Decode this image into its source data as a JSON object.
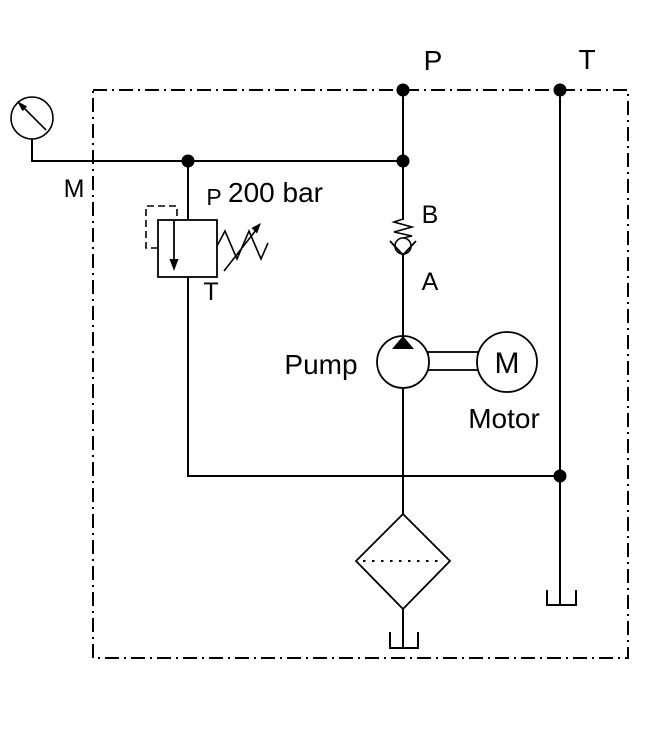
{
  "diagram": {
    "background": "#ffffff",
    "line_color": "#000000",
    "top_ports": {
      "p": "P",
      "t": "T"
    },
    "gauge": {
      "label": "M"
    },
    "relief_valve": {
      "port_p": "P",
      "setting": "200 bar",
      "port_t": "T"
    },
    "check_valve": {
      "port_b": "B",
      "port_a": "A"
    },
    "pump": {
      "label": "Pump"
    },
    "motor": {
      "symbol": "M",
      "label": "Motor"
    }
  }
}
